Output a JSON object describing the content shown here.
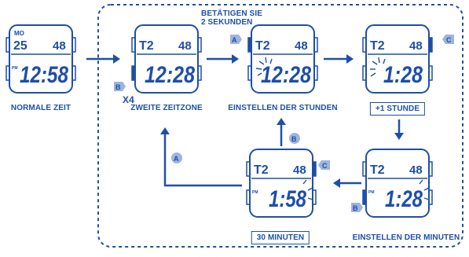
{
  "colors": {
    "blue": "#1e4fa8",
    "light": "#9fb4dd",
    "white": "#ffffff"
  },
  "icons": {
    "watch": "watch-face-icon",
    "arrow": "arrow-icon",
    "button_marker": "button-marker-icon",
    "blink": "blink-indicator-icon"
  },
  "labels": {
    "normal_time": "NORMALE ZEIT",
    "second_zone": "ZWEITE ZEITZONE",
    "set_hours": "EINSTELLEN DER STUNDEN",
    "plus_one_hour": "+1 STUNDE",
    "set_minutes": "EINSTELLEN DER MINUTEN",
    "thirty_minutes": "30 MINUTEN",
    "press_line1": "BETÄTIGEN SIE",
    "press_line2": "2 SEKUNDEN",
    "x4": "X4"
  },
  "buttons": {
    "a": "A",
    "b": "B",
    "c": "C"
  },
  "watches": [
    {
      "id": "normal",
      "top_left": "MO",
      "top_left2": "25",
      "top_right": "48",
      "ampm": "PM",
      "time": "12:58"
    },
    {
      "id": "zone",
      "top_left": "T2",
      "top_right": "48",
      "time": "12:28"
    },
    {
      "id": "hours",
      "top_left": "T2",
      "top_right": "48",
      "time": "12:28"
    },
    {
      "id": "plus",
      "top_left": "T2",
      "top_right": "48",
      "time": "1:28"
    },
    {
      "id": "thirty",
      "top_left": "T2",
      "top_right": "48",
      "ampm": "PM",
      "time": "1:58"
    },
    {
      "id": "minutes",
      "top_left": "T2",
      "top_right": "48",
      "ampm": "PM",
      "time": "1:28"
    }
  ]
}
